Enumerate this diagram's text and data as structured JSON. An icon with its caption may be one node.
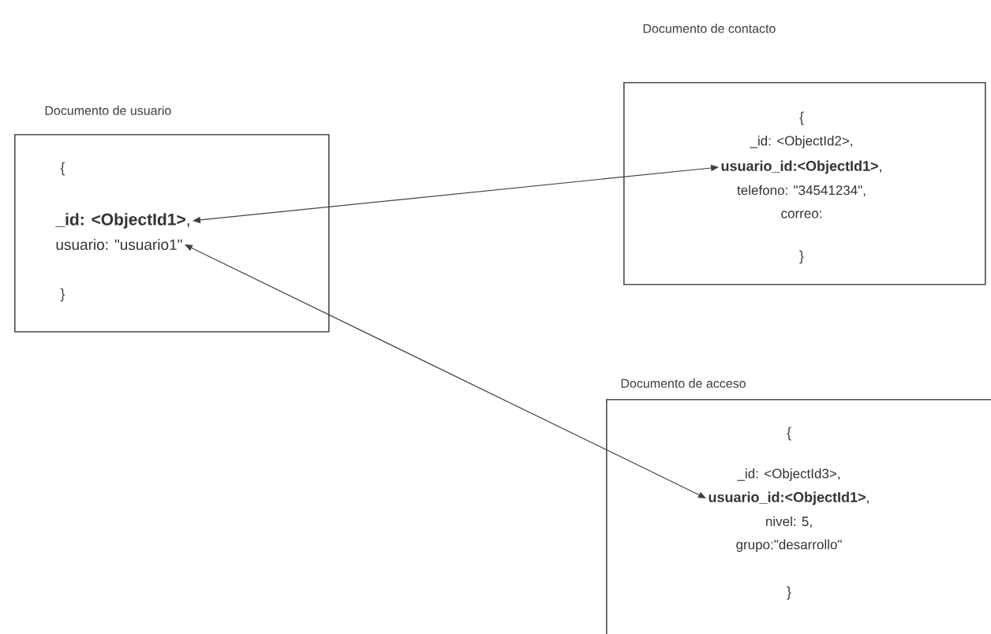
{
  "diagram": {
    "nodes": [
      {
        "text": [
          "Documento de usuario",
          "{",
          "}"
        ]
      },
      {
        "text": [
          "**_id: <ObjectId1>**,"
        ],
        "in": 0
      },
      {
        "text": [
          "usuario: \"usuario1\""
        ],
        "in": 0
      },
      {
        "text": [
          "Documento de contacto",
          "{",
          "}"
        ]
      },
      {
        "text": [
          "_id: <ObjectId2>,"
        ],
        "in": 3
      },
      {
        "text": [
          "**usuario_id:<ObjectId1>**,"
        ],
        "in": 3
      },
      {
        "text": [
          "telefono: \"34541234\","
        ],
        "in": 3
      },
      {
        "text": [
          "correo:"
        ],
        "in": 3
      },
      {
        "text": [
          "Documento de acceso",
          "{",
          "}"
        ]
      },
      {
        "text": [
          "_id: <ObjectId3>,"
        ],
        "in": 8
      },
      {
        "text": [
          "**usuario_id:<ObjectId1>**,"
        ],
        "in": 8
      },
      {
        "text": [
          "nivel: 5,"
        ],
        "in": 8
      },
      {
        "text": [
          "grupo:\"desarrollo\""
        ],
        "in": 8
      }
    ],
    "edges": [
      {
        "from": 1,
        "to": 5,
        "arrow": "both"
      },
      {
        "from": 2,
        "to": 10,
        "arrow": "both"
      }
    ]
  }
}
